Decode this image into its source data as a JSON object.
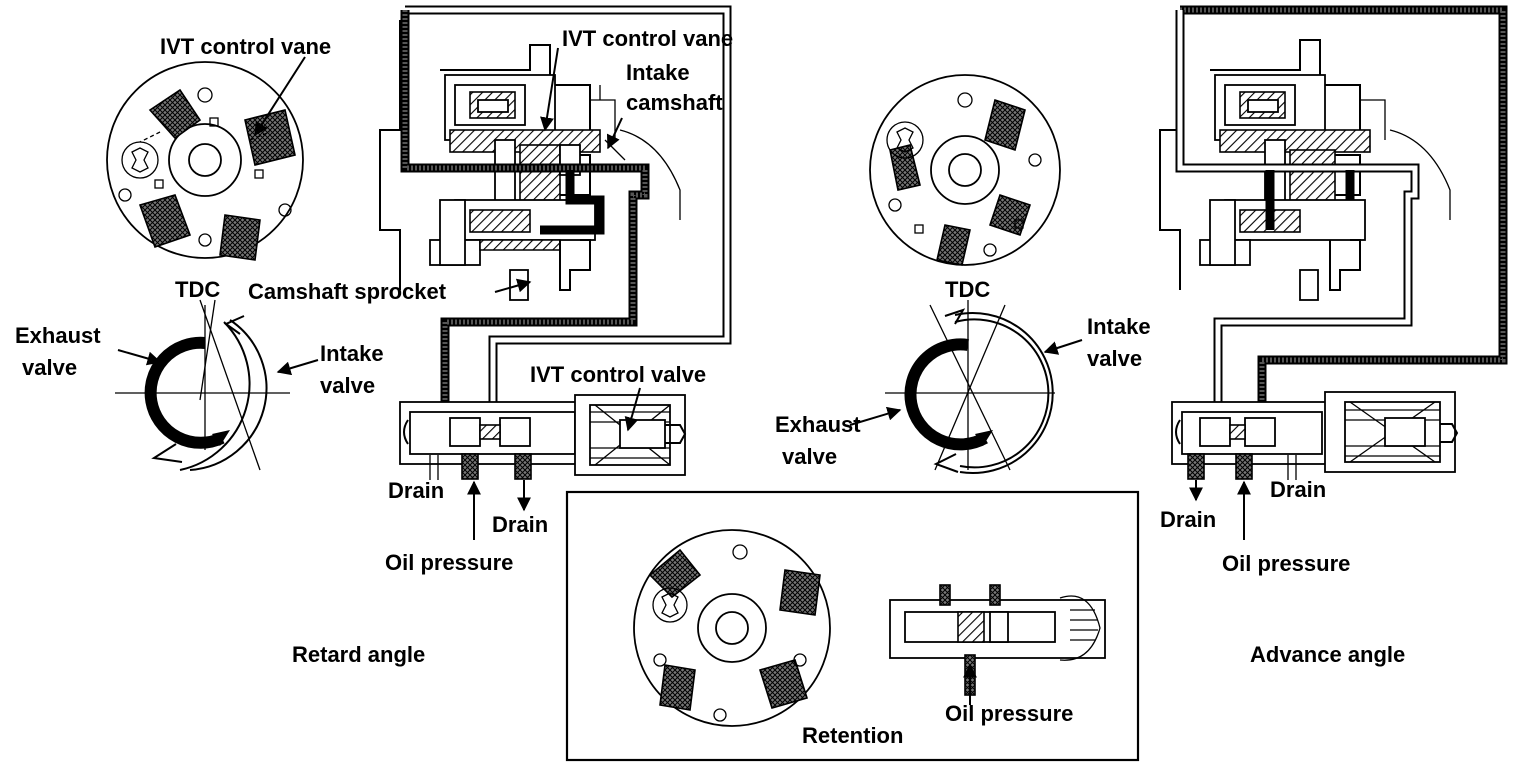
{
  "labels": {
    "ivt_control_vane_left": "IVT control vane",
    "ivt_control_vane_center": "IVT control vane",
    "intake_camshaft_line1": "Intake",
    "intake_camshaft_line2": "camshaft",
    "camshaft_sprocket": "Camshaft sprocket",
    "tdc_left": "TDC",
    "exhaust_valve_left_line1": "Exhaust",
    "exhaust_valve_left_line2": "valve",
    "intake_valve_left_line1": "Intake",
    "intake_valve_left_line2": "valve",
    "ivt_control_valve": "IVT control valve",
    "drain_left_a": "Drain",
    "drain_left_b": "Drain",
    "oil_pressure_left": "Oil pressure",
    "retard_angle": "Retard angle",
    "tdc_right": "TDC",
    "intake_valve_right_line1": "Intake",
    "intake_valve_right_line2": "valve",
    "exhaust_valve_right_line1": "Exhaust",
    "exhaust_valve_right_line2": "valve",
    "drain_right_a": "Drain",
    "drain_right_b": "Drain",
    "oil_pressure_right": "Oil pressure",
    "advance_angle": "Advance angle",
    "retention": "Retention",
    "oil_pressure_retention": "Oil pressure"
  }
}
